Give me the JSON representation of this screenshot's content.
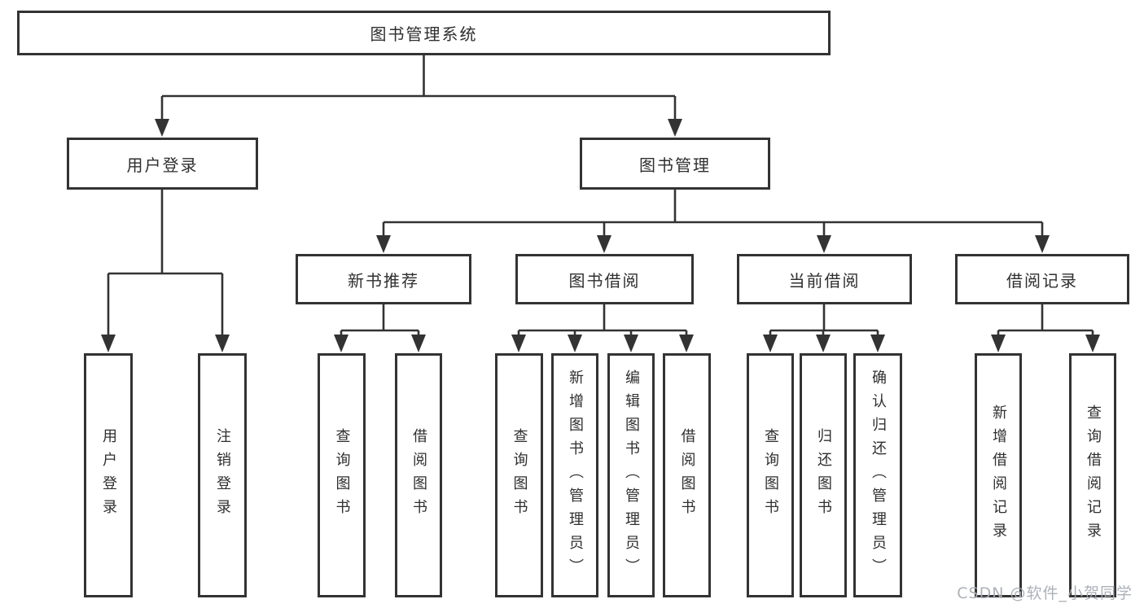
{
  "colors": {
    "line": "#333333",
    "text": "#2f2f2f",
    "box_background": "#ffffff",
    "watermark": "#a8adb5"
  },
  "root": {
    "label": "图书管理系统"
  },
  "branches": [
    {
      "label": "用户登录",
      "children": [
        {
          "label": "用户登录"
        },
        {
          "label": "注销登录"
        }
      ]
    },
    {
      "label": "图书管理",
      "children": [
        {
          "label": "新书推荐",
          "children": [
            {
              "label": "查询图书"
            },
            {
              "label": "借阅图书"
            }
          ]
        },
        {
          "label": "图书借阅",
          "children": [
            {
              "label": "查询图书"
            },
            {
              "label": "新增图书（管理员）"
            },
            {
              "label": "编辑图书（管理员）"
            },
            {
              "label": "借阅图书"
            }
          ]
        },
        {
          "label": "当前借阅",
          "children": [
            {
              "label": "查询图书"
            },
            {
              "label": "归还图书"
            },
            {
              "label": "确认归还（管理员）"
            }
          ]
        },
        {
          "label": "借阅记录",
          "children": [
            {
              "label": "新增借阅记录"
            },
            {
              "label": "查询借阅记录"
            }
          ]
        }
      ]
    }
  ],
  "watermark": {
    "text": "CSDN @软件_小贺同学"
  }
}
